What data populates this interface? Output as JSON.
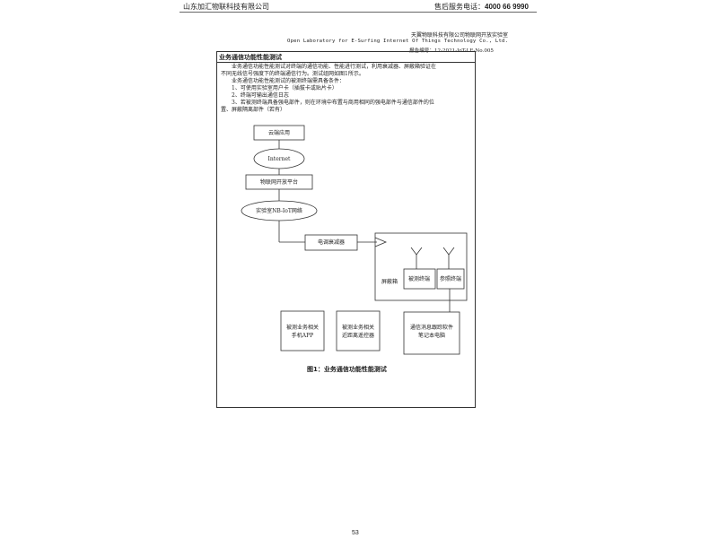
{
  "header": {
    "company": "山东加汇物联科技有限公司",
    "service_label": "售后服务电话：",
    "service_phone": "4000 66 9990"
  },
  "lab": {
    "name_cn": "天翼物联科技有限公司物联网开放实验室",
    "name_en": "Open Laboratory for E-Surfing Internet Of Things Technology Co., Ltd.",
    "report_no": "报告编号：12-2021-IoT-LE-No.005"
  },
  "section": {
    "title": "业务通信功能性能测试",
    "paragraphs": [
      "业务通信功能性能测试对终端的通信功能、性能进行测试，利用衰减器、屏蔽箱验证在",
      "不同无线信号强度下的终端通信行为。测试组网如图1所示。",
      "业务通信功能性能测试的被测终端需具备条件：",
      "1、可使用实验室用户卡（插拔卡或贴片卡）",
      "2、终端可输出通信日志",
      "3、若被测终端具备强电部件，则在环境中布置与商用相同的强电部件与通信部件的位",
      "置、屏蔽隔离部件（若有）"
    ]
  },
  "diagram": {
    "cloud_app": "云端应用",
    "internet": "Internet",
    "iot_platform": "物联网开放平台",
    "nbiot_network": "实验室NB-IoT网络",
    "attenuator": "电调衰减器",
    "shield_box": "屏蔽箱",
    "dut": "被测终端",
    "ref_terminal": "参照终端",
    "app_box_line1": "被测业务相关",
    "app_box_line2": "手机APP",
    "remote_box_line1": "被测业务相关",
    "remote_box_line2": "近距离遥控器",
    "log_box_line1": "通信消息跟踪软件",
    "log_box_line2": "笔记本电脑"
  },
  "figure_caption": "图1：业务通信功能性能测试",
  "page_number": "53"
}
